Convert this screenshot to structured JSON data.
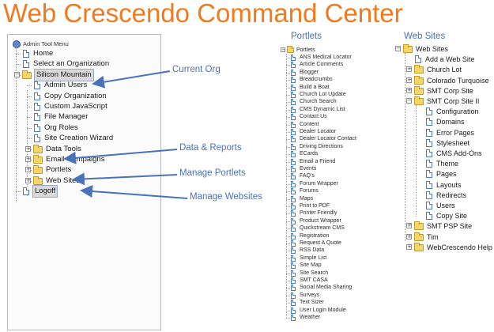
{
  "page": {
    "title": "Web Crescendo Command Center"
  },
  "admin_menu": {
    "root_label": "Admin Tool Menu",
    "items": [
      {
        "label": "Home",
        "type": "page",
        "level": 0
      },
      {
        "label": "Select an Organization",
        "type": "page",
        "level": 0
      },
      {
        "label": "Silicon Mountain",
        "type": "folder-open",
        "level": 0,
        "selected": true
      },
      {
        "label": "Admin Users",
        "type": "page",
        "level": 1
      },
      {
        "label": "Copy Organization",
        "type": "page",
        "level": 1
      },
      {
        "label": "Custom JavaScript",
        "type": "page",
        "level": 1
      },
      {
        "label": "File Manager",
        "type": "page",
        "level": 1
      },
      {
        "label": "Org Roles",
        "type": "page",
        "level": 1
      },
      {
        "label": "Site Creation Wizard",
        "type": "page",
        "level": 1
      },
      {
        "label": "Data Tools",
        "type": "folder",
        "level": 1
      },
      {
        "label": "Email Campaigns",
        "type": "folder",
        "level": 1
      },
      {
        "label": "Portlets",
        "type": "folder",
        "level": 1
      },
      {
        "label": "Web Sites",
        "type": "folder",
        "level": 1
      },
      {
        "label": "Logoff",
        "type": "page",
        "level": 0,
        "selected": true
      }
    ]
  },
  "annotations": {
    "current_org": "Current Org",
    "data_reports": "Data & Reports",
    "manage_portlets": "Manage Portlets",
    "manage_websites": "Manage Websites"
  },
  "portlets": {
    "heading": "Portlets",
    "root_label": "Portlets",
    "items": [
      "ANS Medical Locator",
      "Article Comments",
      "Blogger",
      "Breadcrumbs",
      "Build a Boat",
      "Church Lot Update",
      "Church Search",
      "CMS Dynamic List",
      "Contact Us",
      "Content",
      "Dealer Locator",
      "Dealer Locator Contact",
      "Driving Directions",
      "ECards",
      "Email a Friend",
      "Events",
      "FAQ's",
      "Forum Wrapper",
      "Forums",
      "Maps",
      "Print to PDF",
      "Printer Friendly",
      "Product Wrapper",
      "Quickstream CMS",
      "Registration",
      "Request A Quote",
      "RSS Data",
      "Simple List",
      "Site Map",
      "Site Search",
      "SMT CASA",
      "Social Media Sharing",
      "Surveys",
      "Text Sizer",
      "User Login Module",
      "Weather"
    ]
  },
  "web_sites": {
    "heading": "Web Sites",
    "items": [
      {
        "label": "Web Sites",
        "type": "folder-open",
        "level": 0
      },
      {
        "label": "Add a Web Site",
        "type": "page",
        "level": 1
      },
      {
        "label": "Church Lot",
        "type": "folder",
        "level": 1
      },
      {
        "label": "Colorado Turquoise",
        "type": "folder",
        "level": 1
      },
      {
        "label": "SMT Corp Site",
        "type": "folder",
        "level": 1
      },
      {
        "label": "SMT Corp Site II",
        "type": "folder-open",
        "level": 1
      },
      {
        "label": "Configuration",
        "type": "page",
        "level": 2
      },
      {
        "label": "Domains",
        "type": "page",
        "level": 2
      },
      {
        "label": "Error Pages",
        "type": "page",
        "level": 2
      },
      {
        "label": "Stylesheet",
        "type": "page",
        "level": 2
      },
      {
        "label": "CMS Add-Ons",
        "type": "page",
        "level": 2
      },
      {
        "label": "Theme",
        "type": "page",
        "level": 2
      },
      {
        "label": "Pages",
        "type": "page",
        "level": 2
      },
      {
        "label": "Layouts",
        "type": "page",
        "level": 2
      },
      {
        "label": "Redirects",
        "type": "page",
        "level": 2
      },
      {
        "label": "Users",
        "type": "page",
        "level": 2
      },
      {
        "label": "Copy Site",
        "type": "page",
        "level": 2
      },
      {
        "label": "SMT PSP Site",
        "type": "folder",
        "level": 1
      },
      {
        "label": "Tim",
        "type": "folder",
        "level": 1
      },
      {
        "label": "WebCrescendo Help",
        "type": "folder",
        "level": 1
      }
    ]
  },
  "colors": {
    "title": "#f07a1f",
    "annotation": "#4a72b8",
    "doc_outline": "#4e7bbf",
    "folder": "#f6d66a"
  },
  "icons": [
    "globe-icon",
    "page-icon",
    "folder-icon",
    "folder-open-icon",
    "plus-icon",
    "minus-icon",
    "arrow-icon"
  ]
}
